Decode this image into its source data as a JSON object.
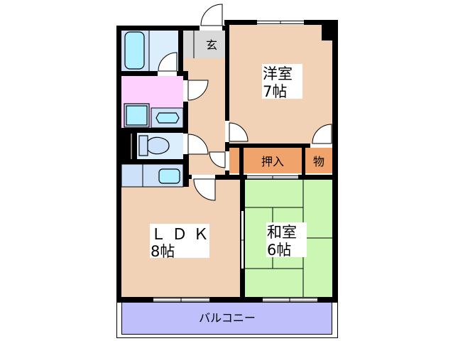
{
  "floorplan": {
    "rooms": {
      "entrance": {
        "label": "玄"
      },
      "western_room": {
        "name": "洋室",
        "size": "7帖"
      },
      "closet": {
        "label": "押入"
      },
      "storage": {
        "label": "物"
      },
      "ldk": {
        "name": "ＬＤＫ",
        "size": "8帖"
      },
      "japanese_room": {
        "name": "和室",
        "size": "6帖"
      },
      "balcony": {
        "label": "バルコニー"
      }
    },
    "colors": {
      "wall": "#000000",
      "flooring": "#f2d2b6",
      "closet": "#f0a46c",
      "tatami": "#ccf6b4",
      "balcony": "#bfbffb",
      "washroom": "#fdd0fd",
      "wet_area": "#cde2f8",
      "wet_area_light": "#dceefc",
      "fixture": "#b3f0ff",
      "entrance": "#d9d9d9"
    }
  }
}
